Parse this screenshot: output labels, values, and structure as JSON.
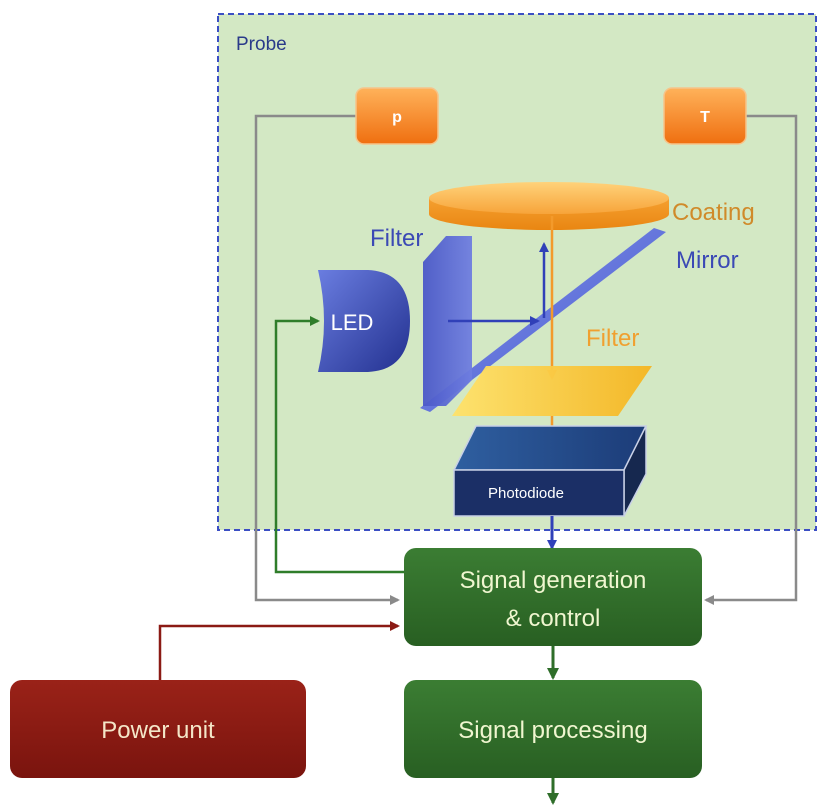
{
  "probe": {
    "title": "Probe"
  },
  "sensors": {
    "pressure": "p",
    "temperature": "T"
  },
  "optics": {
    "coating": "Coating",
    "mirror": "Mirror",
    "filter_excitation": "Filter",
    "filter_emission": "Filter",
    "led": "LED",
    "photodiode": "Photodiode"
  },
  "blocks": {
    "signal_generation_line1": "Signal generation",
    "signal_generation_line2": "& control",
    "signal_processing": "Signal processing",
    "power_unit": "Power unit"
  },
  "colors": {
    "probe_fill": "#d3e8c4",
    "probe_border": "#3b4fc4",
    "orange": "#f39a2b",
    "blue_text": "#3b49b5",
    "green_block": "#2f6e2a",
    "red_block": "#8b1a14",
    "gray_line": "#8a8a8a",
    "green_line": "#2f7d2a",
    "red_line": "#8b1a14",
    "blue_arrow": "#3040b8"
  }
}
